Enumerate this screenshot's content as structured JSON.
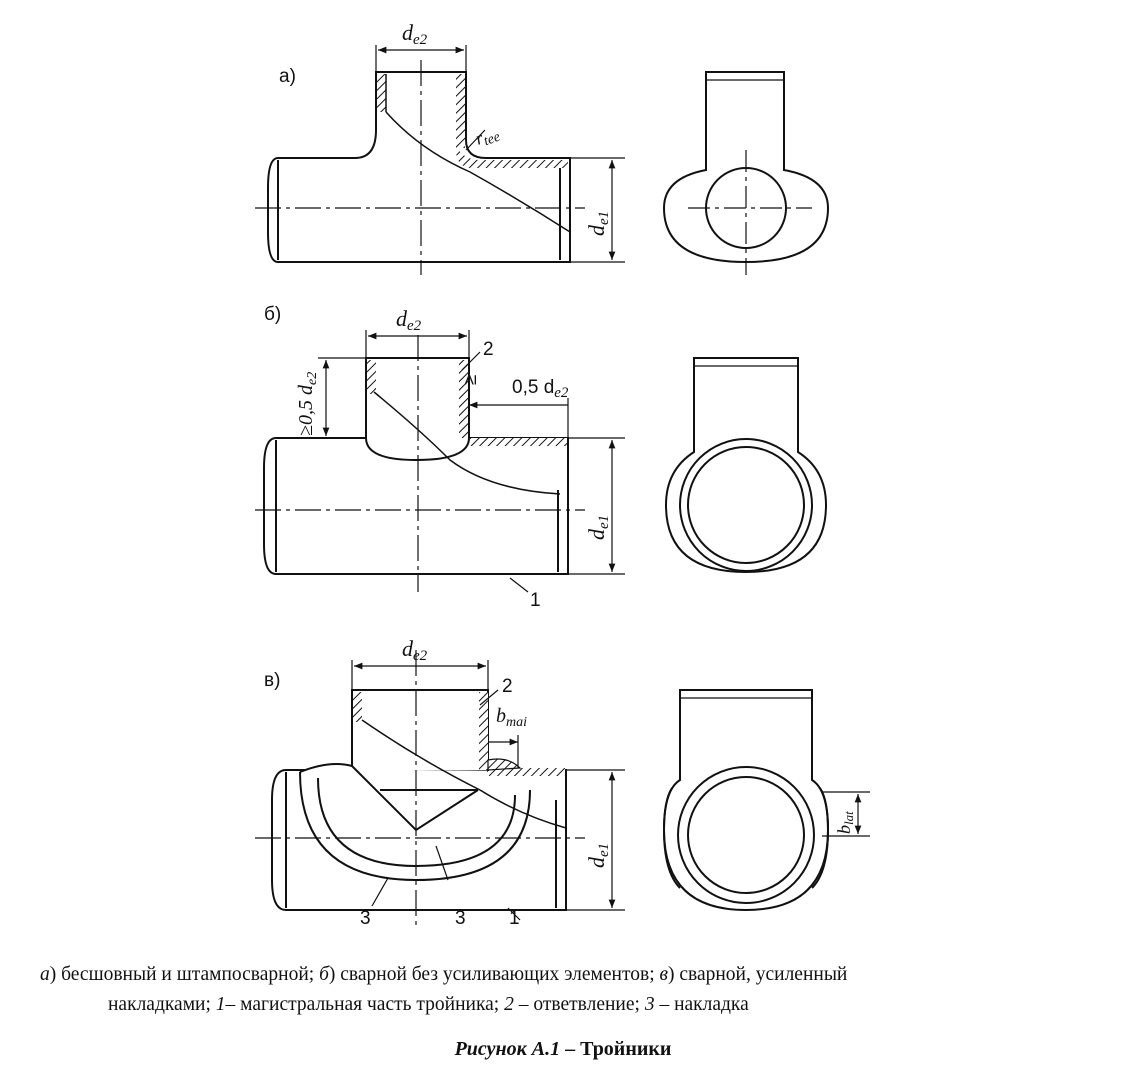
{
  "views": {
    "a": {
      "label": "а)",
      "dim_branch": "d",
      "dim_branch_sub": "e2",
      "dim_main": "d",
      "dim_main_sub": "e1",
      "radius": "r",
      "radius_sub": "tee"
    },
    "b": {
      "label": "б)",
      "dim_branch": "d",
      "dim_branch_sub": "e2",
      "dim_height": "≥0,5 d",
      "dim_height_sub": "e2",
      "dim_offset": "≥",
      "dim_offset_value": "0,5 d",
      "dim_offset_sub": "e2",
      "dim_main": "d",
      "dim_main_sub": "e1",
      "callout_branch": "2",
      "callout_main": "1"
    },
    "c": {
      "label": "в)",
      "dim_branch": "d",
      "dim_branch_sub": "e2",
      "dim_pad": "b",
      "dim_pad_sub": "mai",
      "dim_main": "d",
      "dim_main_sub": "e1",
      "dim_lat": "b",
      "dim_lat_sub": "lat",
      "callout_branch": "2",
      "callout_pad_left": "3",
      "callout_pad_right": "3",
      "callout_main": "1"
    }
  },
  "caption": {
    "line1": [
      {
        "t": "а",
        "i": true
      },
      {
        "t": ") бесшовный и штампосварной; ",
        "i": false
      },
      {
        "t": "б",
        "i": true
      },
      {
        "t": ") сварной без усиливающих элементов; ",
        "i": false
      },
      {
        "t": "в",
        "i": true
      },
      {
        "t": ") сварной, усиленный",
        "i": false
      }
    ],
    "line2": [
      {
        "t": "накладками; ",
        "i": false
      },
      {
        "t": "1",
        "i": true
      },
      {
        "t": "– магистральная часть тройника; ",
        "i": false
      },
      {
        "t": "2",
        "i": true
      },
      {
        "t": " – ответвление; ",
        "i": false
      },
      {
        "t": "3",
        "i": true
      },
      {
        "t": " – накладка",
        "i": false
      }
    ],
    "figure_label": "Рисунок А.1",
    "figure_title": " – Тройники"
  }
}
